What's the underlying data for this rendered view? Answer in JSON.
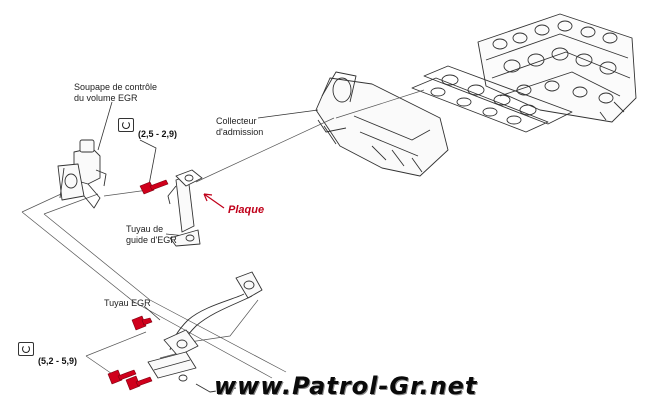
{
  "labels": {
    "valve": [
      "Soupape de contrôle",
      "du volume EGR"
    ],
    "collector": [
      "Collecteur",
      "d'admission"
    ],
    "guide_tube": [
      "Tuyau de",
      "guide d'EGR"
    ],
    "egr_tube": "Tuyau EGR",
    "torque_upper": "(2,5 - 2,9)",
    "torque_lower": "(5,2 - 5,9)",
    "plaque": "Plaque",
    "watermark": "www.Patrol-Gr.net"
  },
  "icons": {
    "torque_upper": "torque-wrench-icon",
    "torque_lower": "torque-wrench-icon"
  },
  "colors": {
    "bolt": "#d0001c",
    "plaque_label": "#c0001a",
    "line": "#333333"
  }
}
